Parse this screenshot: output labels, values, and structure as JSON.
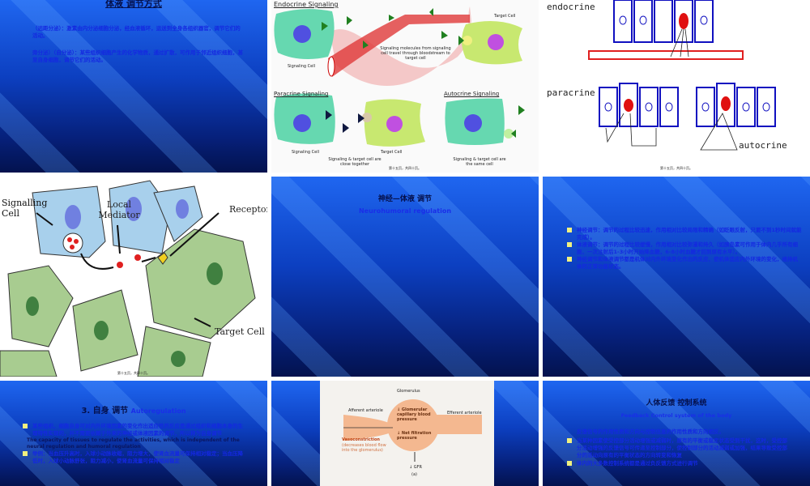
{
  "slides": [
    {
      "title": "体液 调节方式",
      "lines": [
        "（远距分泌）：激素由内分泌细胞分泌，经血液循环，运送到全身各组织器官，调节它们的活动。",
        "旁分泌）（自分泌）：某些组织细胞产生的化学物质，通过扩散，可作用于邻近组织细胞，甚至自身细胞，调节它们的活动。"
      ]
    },
    {
      "labels": {
        "endocrine": "Endocrine Signaling",
        "signaling_cell": "Signaling Cell",
        "target_cell": "Target Cell",
        "travel": "Signaling molecules from signaling cell travel through bloodstream to target cell",
        "paracrine": "Paracrine Signaling",
        "para_sig": "Signaling Cell",
        "para_target": "Target Cell",
        "para_note": "Signaling & target cell are close together",
        "autocrine": "Autocrine Signaling",
        "auto_note": "Signaling & target cell are the same cell"
      }
    },
    {
      "labels": {
        "endocrine": "endocrine",
        "paracrine": "paracrine",
        "autocrine": "autocrine"
      }
    },
    {
      "labels": {
        "signalling_cell": "Signalling Cell",
        "local_mediator": "Local Mediator",
        "receptor": "Receptor",
        "target_cell": "Target Cell"
      }
    },
    {
      "title": "神经—体液 调节",
      "subtitle": "Neurohumoral regulation"
    },
    {
      "bullets": [
        "神经调节：调节的过程比较迅速，作用相对比较局限和精确（如眨眼反射，只要不到1秒时间就能完成）。",
        "体液调节：调节的过程比较缓慢，作用相对比较弥漫和持久（如胰岛素可作用于体内几乎所有细胞，一次注射后1-3小时开始降血糖，6-8小时血糖才回到原有水平）。",
        "神经调节和体液调节都是机体对内外环境变化作出的反应，使机体适应内外环境的变化，维持机体的正常功能状态。"
      ]
    },
    {
      "title": "3. 自身 调节",
      "title_en": "Autoregulation",
      "bullet1": "某些组织、细胞自身可对内外环境因素的变化作出适应性的反应是通过组织和细胞本身的生理特性实现的，并不需要依赖于外来的神经或体液因素的调节，所以称为自身调节",
      "english": "The capacity of tissues to regulate the activities, which is independent of the neural regulation and humoral regulation",
      "bullet2": "举例：当血压升高时，入球小动脉收缩，阻力增大，使肾血流量可保持相对稳定；当血压降低时，入球小动脉舒张，阻力减小，使肾血流量可保持相对稳定"
    },
    {
      "labels": {
        "glomerulus": "Glomerulus",
        "afferent": "Afferent arteriole",
        "efferent": "Efferent arteriole",
        "gcbp": "↓ Glomerular capillary blood pressure",
        "nfp": "↓ Net filtration pressure",
        "vaso": "Vasoconstriction",
        "vaso_note": "(decreases blood flow into the glomerulus)",
        "gfr": "↓ GFR",
        "panel": "(a)"
      }
    },
    {
      "title": "人体反馈 控制系统",
      "subtitle": "Feedback Control system of the body",
      "line": "反馈信号的作用性质和方向与控制信息的作用性质和方向相反。",
      "bullets": [
        "当某种因素使受控部分活动增强或减弱时，原有的平衡或稳定状态受到干扰，这时，受控部分活动增强的反馈信号可传递至控制部分，使控制部分的活动减弱或加强，结果导致受控部分的活动向原有的平衡状态的方向转变和恢复",
        "体内的大多数控制系统都是通过负反馈方式进行调节"
      ]
    }
  ],
  "footer": "第十五页，共四十页。",
  "colors": {
    "slide_blue": "#1f66f0",
    "bullet": "#f0f080",
    "cell_green": "#66d8b0",
    "target_green": "#c8e870"
  }
}
